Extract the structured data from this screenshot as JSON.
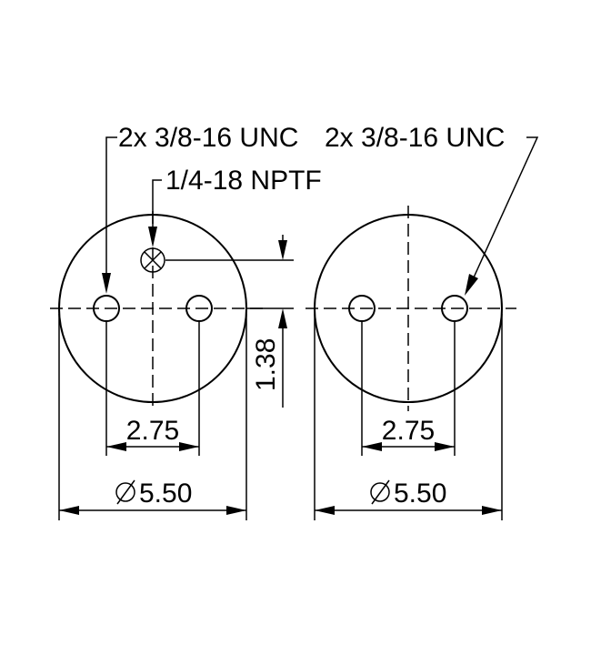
{
  "callouts": {
    "left_thread": "2x 3/8-16 UNC",
    "right_thread": "2x 3/8-16 UNC",
    "port": "1/4-18 NPTF"
  },
  "left_view": {
    "hole_spacing": "2.75",
    "diameter": "5.50",
    "port_offset": "1.38"
  },
  "right_view": {
    "hole_spacing": "2.75",
    "diameter": "5.50"
  },
  "symbols": {
    "diameter_symbol": "diameter-icon"
  }
}
